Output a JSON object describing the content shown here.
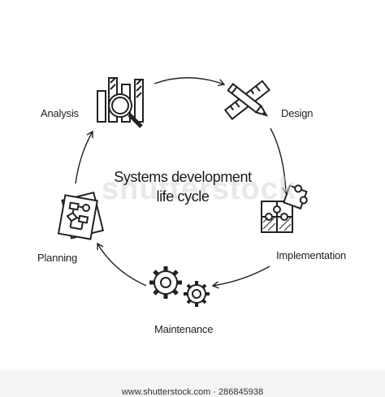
{
  "diagram": {
    "title_line1": "Systems development",
    "title_line2": "life cycle",
    "stages": {
      "analysis": "Analysis",
      "design": "Design",
      "implementation": "Implementation",
      "maintenance": "Maintenance",
      "planning": "Planning"
    },
    "watermark": "shutterstock",
    "footer": "www.shutterstock.com · 286845938"
  },
  "icons": {
    "analysis": "bar-chart-magnifier-icon",
    "design": "ruler-pencil-icon",
    "implementation": "puzzle-icon",
    "maintenance": "gears-icon",
    "planning": "flowchart-icon"
  },
  "colors": {
    "line": "#222222",
    "background": "#ffffff"
  }
}
